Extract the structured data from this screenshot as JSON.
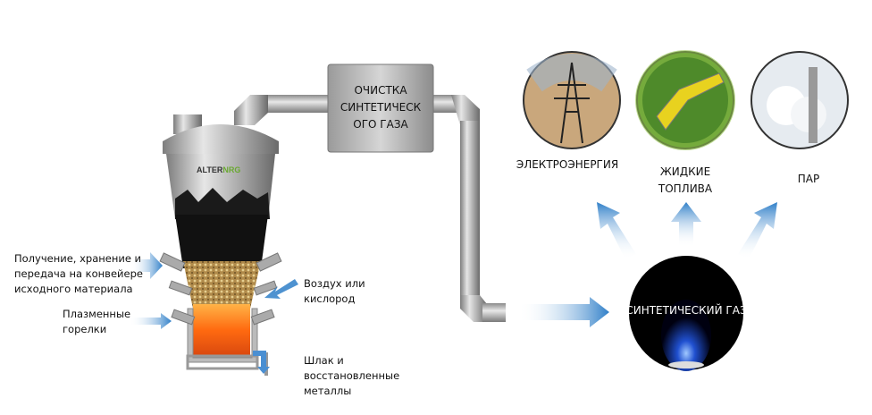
{
  "logo": {
    "text": "ALTER NRG"
  },
  "cleaning_box": {
    "line1": "ОЧИСТКА",
    "line2": "СИНТЕТИЧЕСК",
    "line3": "ОГО ГАЗА"
  },
  "left_labels": {
    "feed": [
      "Получение, хранение и",
      "передача на конвейере",
      "исходного материала"
    ],
    "torches": [
      "Плазменные",
      "горелки"
    ]
  },
  "right_labels": {
    "air": [
      "Воздух или",
      "кислород"
    ],
    "slag": [
      "Шлак и",
      "восстановленные",
      "металлы"
    ]
  },
  "syngas": {
    "label": "СИНТЕТИЧЕСКИЙ ГАЗ"
  },
  "outputs": [
    {
      "icon": "power-line-icon",
      "label": "ЭЛЕКТРОЭНЕРГИЯ"
    },
    {
      "icon": "fuel-nozzle-icon",
      "label_line1": "ЖИДКИЕ",
      "label_line2": "ТОПЛИВА"
    },
    {
      "icon": "steam-stack-icon",
      "label": "ПАР"
    }
  ],
  "colors": {
    "arrow": "#2f7fc8",
    "metal": "#a9a9a9",
    "flame": "#ff6a10"
  }
}
